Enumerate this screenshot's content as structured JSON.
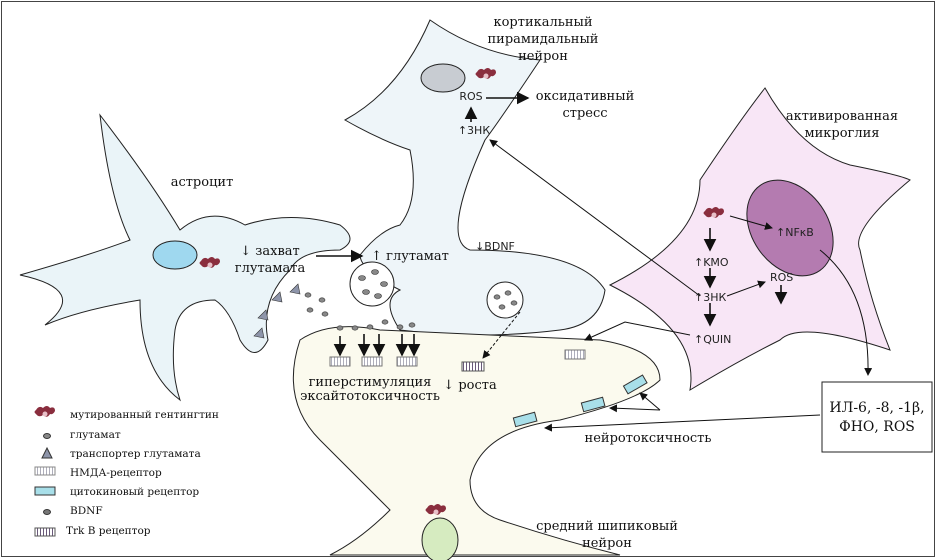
{
  "labels": {
    "cortical_neuron": [
      "кортикальный",
      "пирамидальный",
      "нейрон"
    ],
    "oxidative_stress": [
      "оксидативный",
      "стресс"
    ],
    "cortical_ros": "ROS",
    "cortical_3hk": "↑3НК",
    "microglia": [
      "активированная",
      "микроглия"
    ],
    "astrocyte": "астроцит",
    "uptake": [
      "↓ захват",
      "глутамата"
    ],
    "glutamate_up": "↑ глутамат",
    "bdnf_down": "↓BDNF",
    "excitotoxicity": [
      "гиперстимуляция",
      "эксайтотоксичность"
    ],
    "growth_down": "↓ роста",
    "neurotoxicity": "нейротоксичность",
    "spiny_neuron": [
      "средний шипиковый",
      "нейрон"
    ],
    "nfkb": "↑NFκB",
    "kmo": "↑KMO",
    "mg_3hk": "↑3НК",
    "mg_ros": "ROS",
    "quin": "↑QUIN"
  },
  "cytokine_box": [
    "ИЛ-6, -8, -1β,",
    "ФНО, ROS"
  ],
  "legend": [
    {
      "icon": "huntingtin-icon",
      "label": "мутированный гентингтин"
    },
    {
      "icon": "glutamate-icon",
      "label": "глутамат"
    },
    {
      "icon": "transporter-icon",
      "label": "транспортер глутамата"
    },
    {
      "icon": "nmda-receptor-icon",
      "label": "НМДА-рецептор"
    },
    {
      "icon": "cytokine-receptor-icon",
      "label": "цитокиновый рецептор"
    },
    {
      "icon": "bdnf-icon",
      "label": "BDNF"
    },
    {
      "icon": "trkb-receptor-icon",
      "label": "Trk B рецептор"
    }
  ],
  "colors": {
    "astrocyte": "#eaf4f8",
    "cortical_neuron": "#eef5f9",
    "spiny_neuron": "#fbfaee",
    "microglia": "#f8e6f6",
    "microglia_nucleus": "#b47bb0",
    "astro_nucleus": "#9fd8ef",
    "cortical_nucleus": "#c8ccd2",
    "spiny_nucleus": "#d6ebc0",
    "huntingtin": "#8a2e3e",
    "cytokine_receptor": "#a8dfe9"
  }
}
